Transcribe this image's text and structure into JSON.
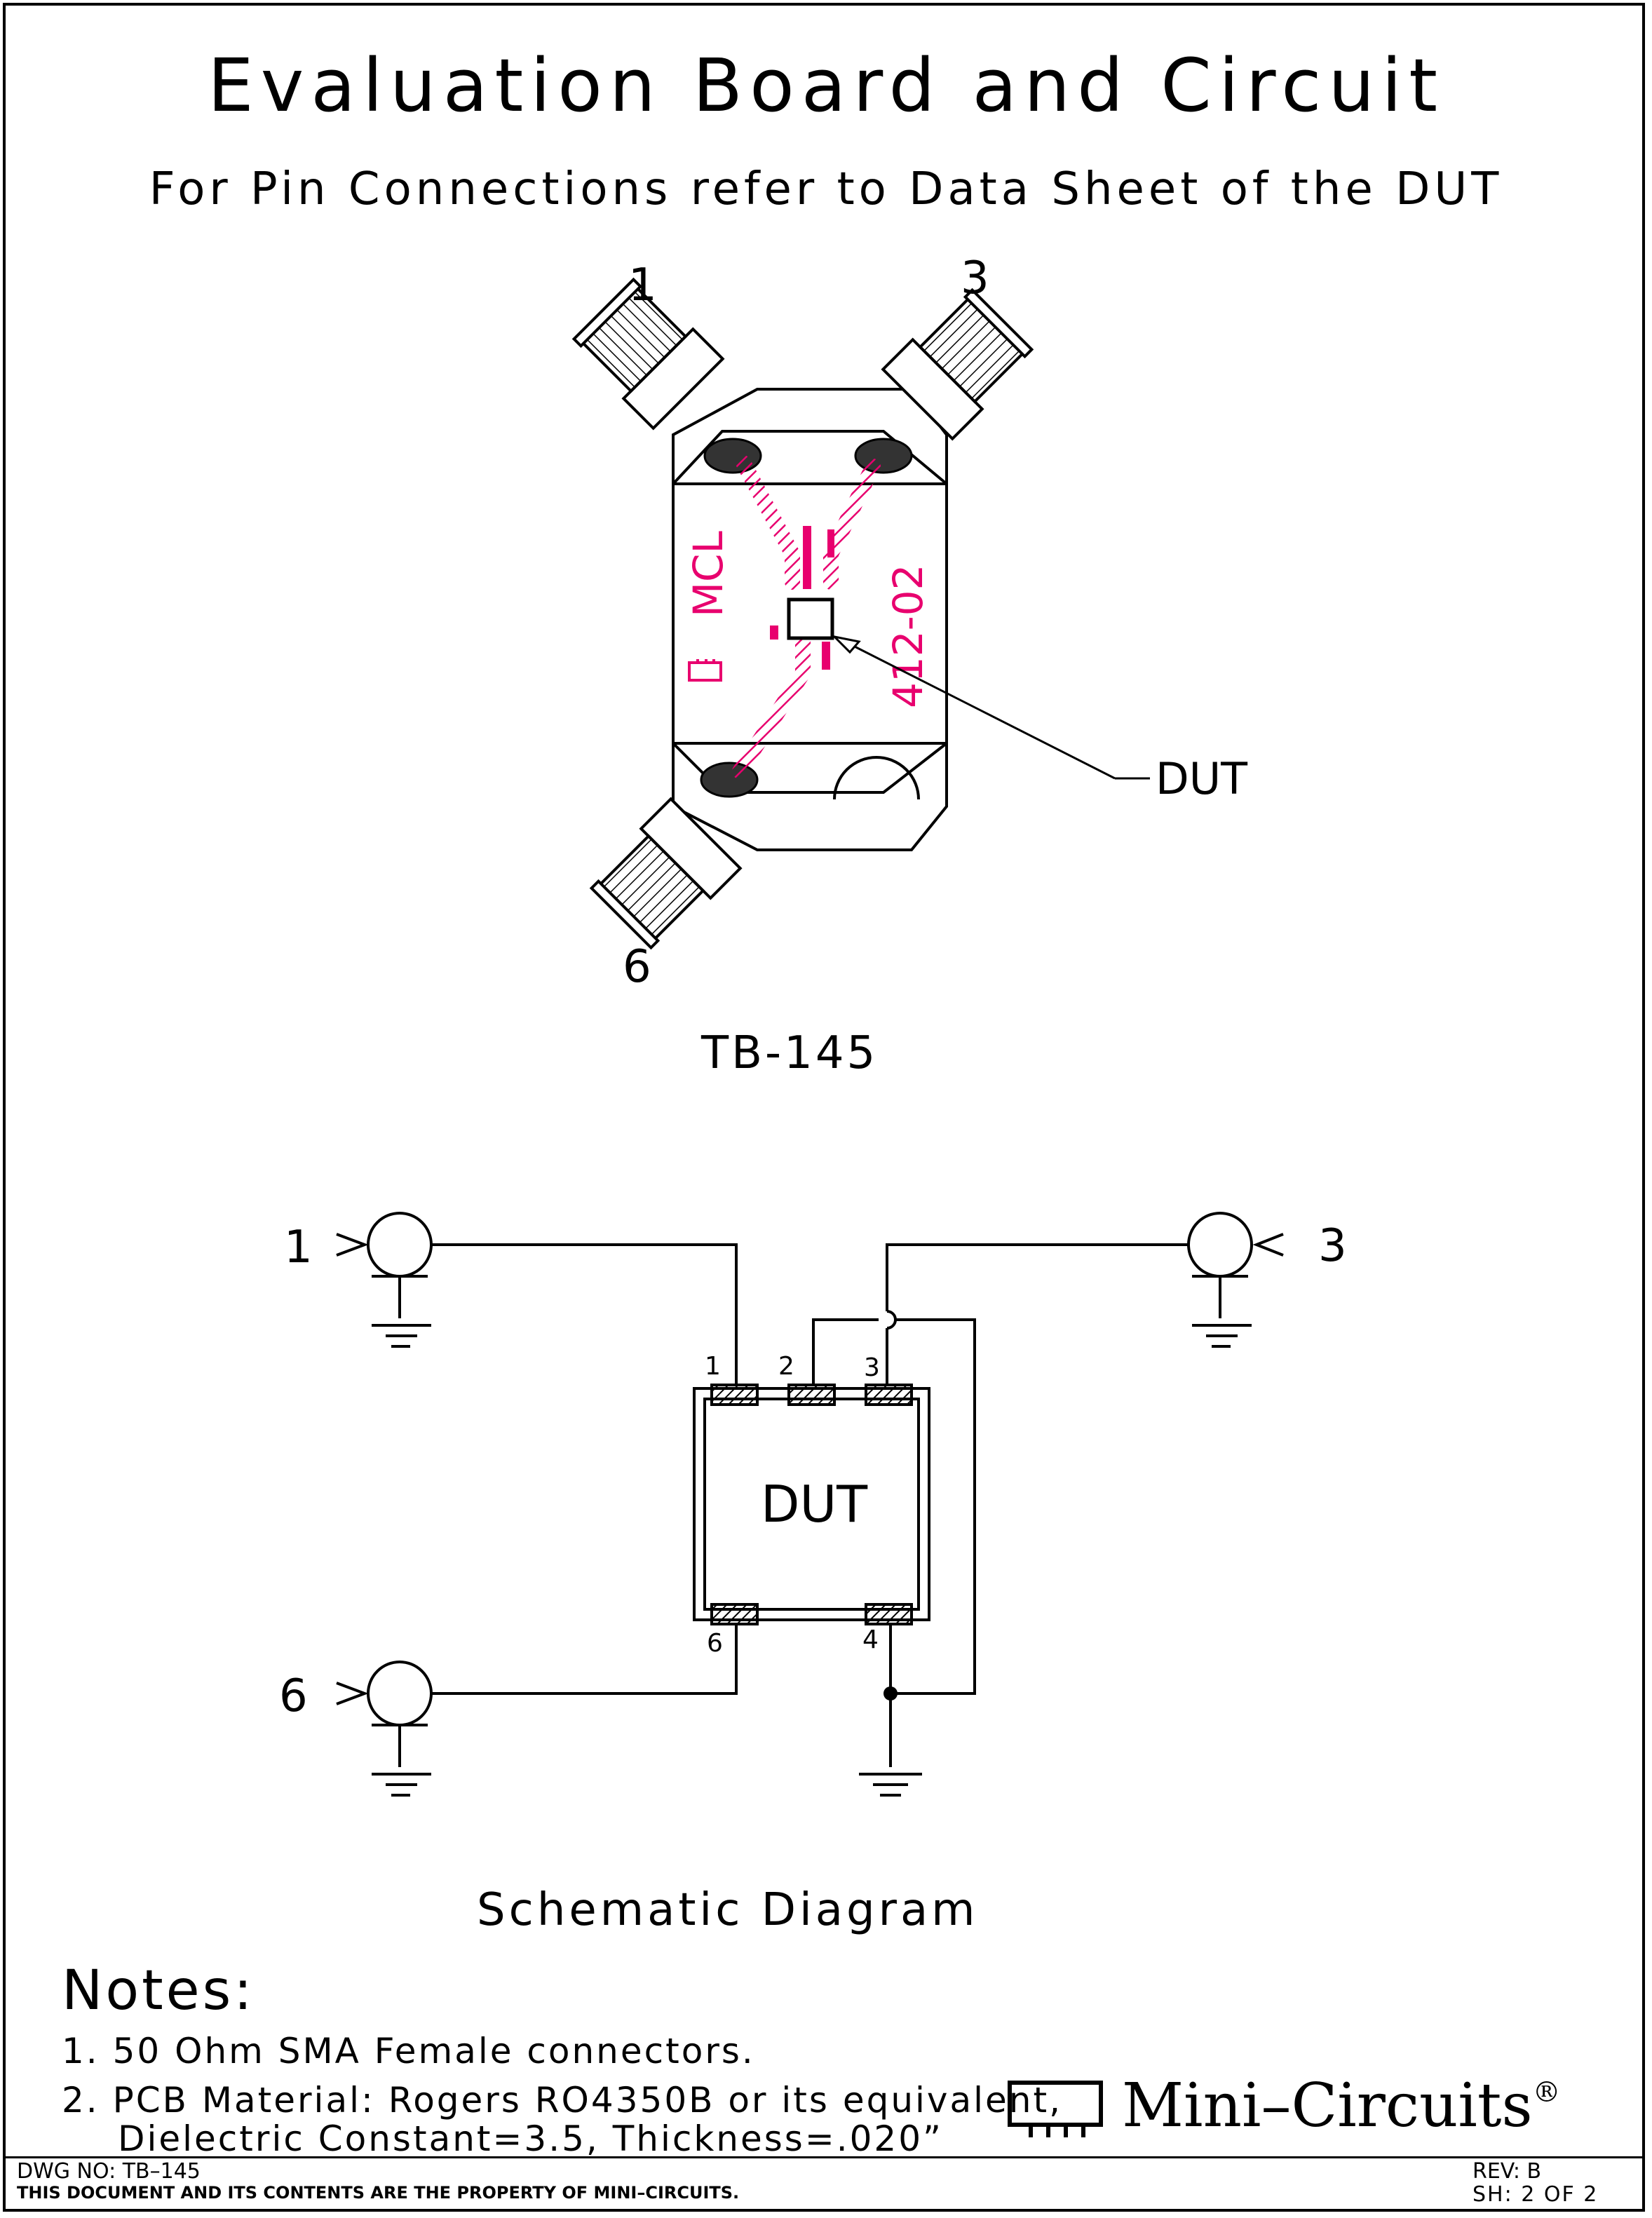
{
  "header": {
    "title": "Evaluation Board and Circuit",
    "subtitle": "For Pin Connections refer to Data Sheet of the DUT"
  },
  "board": {
    "port_labels": [
      "1",
      "3",
      "6"
    ],
    "silk_mcl": "MCL",
    "silk_part": "412-02",
    "dut_callout": "DUT",
    "name": "TB-145",
    "trace_color": "#e8006e"
  },
  "schematic": {
    "title": "Schematic Diagram",
    "ports": [
      "1",
      "3",
      "6"
    ],
    "dut_label": "DUT",
    "pins": [
      "1",
      "2",
      "3",
      "4",
      "6"
    ]
  },
  "notes": {
    "heading": "Notes:",
    "items": [
      "1. 50 Ohm SMA Female connectors.",
      "2. PCB Material: Rogers RO4350B or its equivalent,",
      "Dielectric Constant=3.5, Thickness=.020”"
    ]
  },
  "brand": {
    "name": "Mini–Circuits",
    "mark": "®"
  },
  "footer": {
    "dwg": "DWG NO: TB–145",
    "property": "THIS DOCUMENT AND ITS CONTENTS ARE THE PROPERTY OF MINI–CIRCUITS.",
    "rev": "REV: B",
    "sheet": "SH: 2  OF  2"
  }
}
